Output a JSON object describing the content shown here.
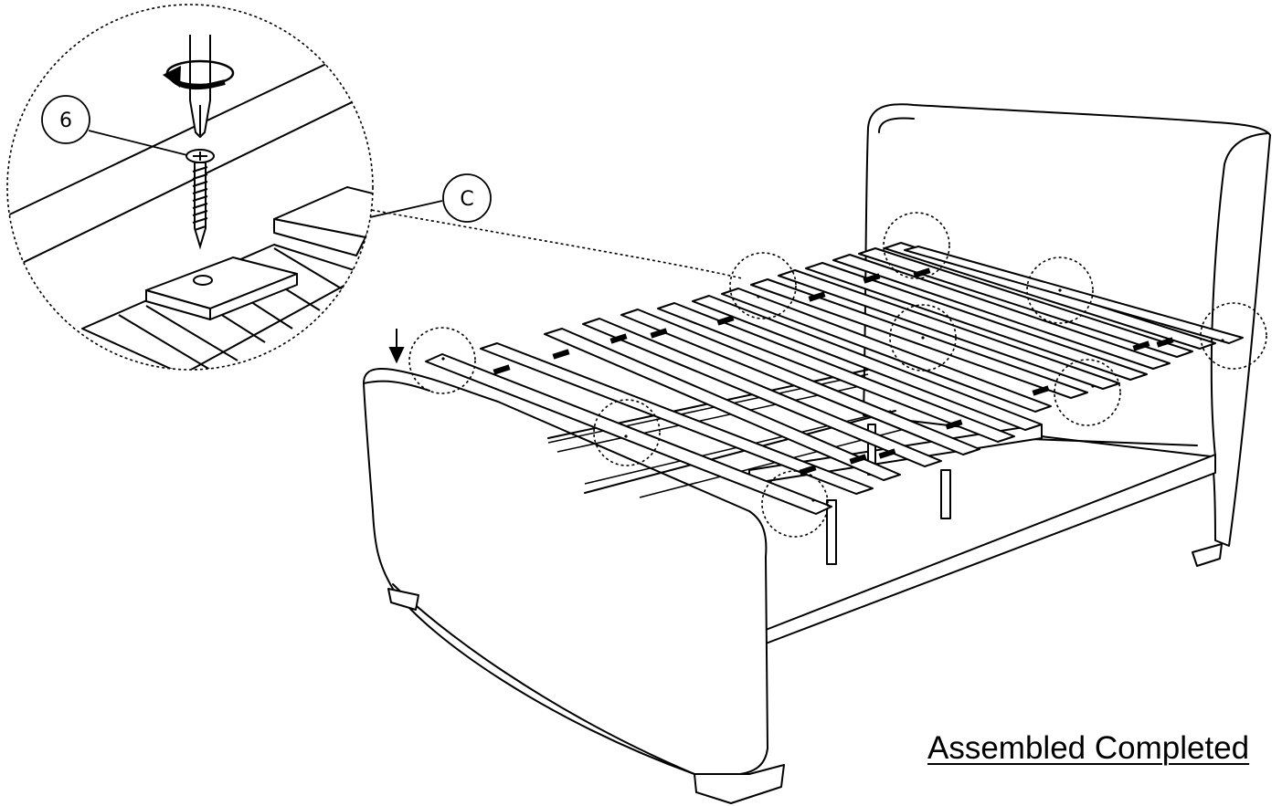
{
  "callouts": {
    "screw_number": "6",
    "slat_letter": "C"
  },
  "caption": "Assembled Completed",
  "colors": {
    "line": "#000000",
    "background": "#ffffff",
    "slat_strap": "#000000"
  },
  "icons": {
    "screwdriver": "screwdriver-icon",
    "rotation": "rotation-arrow-icon",
    "screw": "screw-icon",
    "down_arrow": "down-arrow-icon"
  }
}
